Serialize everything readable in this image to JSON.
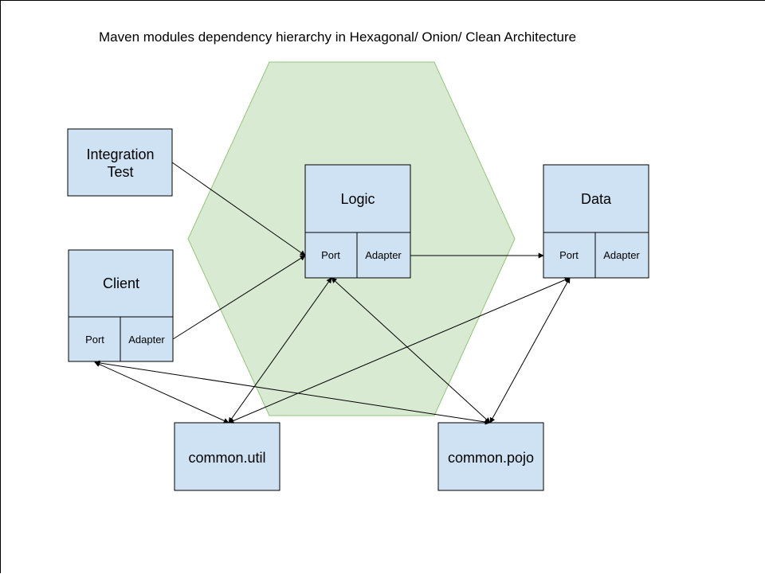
{
  "diagram": {
    "title": "Maven modules dependency hierarchy in Hexagonal/ Onion/ Clean Architecture",
    "colors": {
      "hexagon_fill": "#d9ead3",
      "hexagon_stroke": "#93c47d",
      "box_fill": "#cfe2f3",
      "box_stroke": "#000000",
      "arrow": "#000000"
    },
    "modules": {
      "integration_test": {
        "label_line1": "Integration",
        "label_line2": "Test"
      },
      "client": {
        "label": "Client",
        "port": "Port",
        "adapter": "Adapter"
      },
      "logic": {
        "label": "Logic",
        "port": "Port",
        "adapter": "Adapter"
      },
      "data": {
        "label": "Data",
        "port": "Port",
        "adapter": "Adapter"
      },
      "common_util": {
        "label": "common.util"
      },
      "common_pojo": {
        "label": "common.pojo"
      }
    },
    "dependencies": [
      {
        "from": "Integration Test",
        "to": "Logic.Port"
      },
      {
        "from": "Client.Adapter",
        "to": "Logic.Port"
      },
      {
        "from": "Logic.Adapter",
        "to": "Data.Port"
      },
      {
        "from": "Logic.Port",
        "to": "common.util"
      },
      {
        "from": "Logic.Port",
        "to": "common.pojo"
      },
      {
        "from": "Data.Port",
        "to": "common.util"
      },
      {
        "from": "Data.Port",
        "to": "common.pojo"
      },
      {
        "from": "Client.Port",
        "to": "common.util"
      },
      {
        "from": "Client.Port",
        "to": "common.pojo"
      }
    ]
  }
}
